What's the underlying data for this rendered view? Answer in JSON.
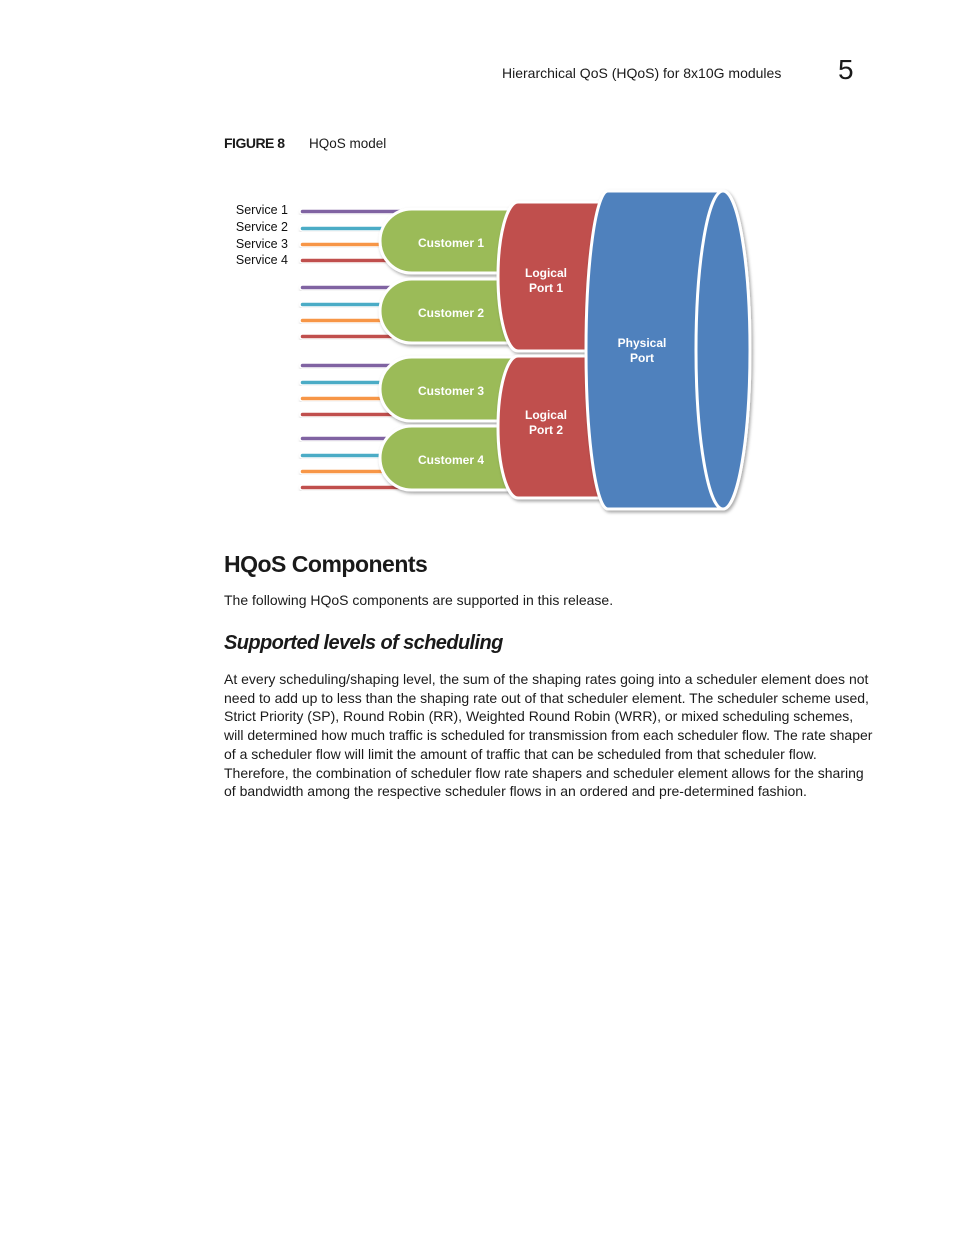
{
  "header": {
    "running_title": "Hierarchical QoS (HQoS) for 8x10G modules",
    "chapter_number": "5"
  },
  "figure": {
    "label": "FIGURE 8",
    "caption": "HQoS model",
    "services": [
      "Service 1",
      "Service 2",
      "Service 3",
      "Service 4"
    ],
    "customers": [
      "Customer 1",
      "Customer 2",
      "Customer 3",
      "Customer 4"
    ],
    "logical_ports": [
      {
        "line1": "Logical",
        "line2": "Port 1"
      },
      {
        "line1": "Logical",
        "line2": "Port 2"
      }
    ],
    "physical_port": {
      "line1": "Physical",
      "line2": "Port"
    },
    "colors": {
      "service_1": "#8064a2",
      "service_2": "#4bacc6",
      "service_3": "#f79646",
      "service_4": "#c0504d",
      "customer": "#9bbb59",
      "logical_port": "#c0504d",
      "physical_port": "#4f81bd"
    }
  },
  "section": {
    "title": "HQoS Components",
    "intro": "The following HQoS components are supported in this release."
  },
  "subsection": {
    "title": "Supported levels of scheduling",
    "body": "At every scheduling/shaping level, the sum of the shaping rates going into a scheduler element does not need to add up to less than the shaping rate out of that scheduler element. The scheduler scheme used, Strict Priority (SP), Round Robin (RR), Weighted Round Robin (WRR), or mixed scheduling schemes, will determined how much traffic is scheduled for transmission from each scheduler flow. The rate shaper of a scheduler flow will limit the amount of traffic that can be scheduled from that scheduler flow. Therefore, the combination of scheduler flow rate shapers and scheduler element allows for the sharing of bandwidth among the respective scheduler flows in an ordered and pre-determined fashion."
  }
}
